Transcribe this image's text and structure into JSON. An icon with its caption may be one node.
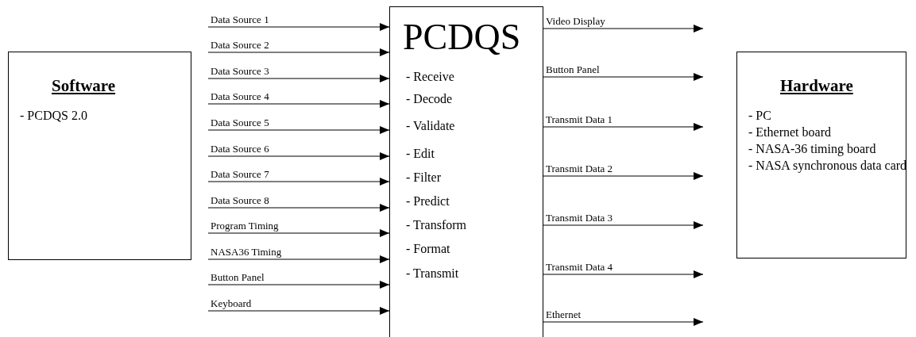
{
  "diagram": {
    "nodes": [
      {
        "text": [
          "Software",
          "- PCDQS 2.0"
        ]
      },
      {
        "text": [
          "PCDQS",
          "- Receive",
          "- Decode",
          "- Validate",
          "- Edit",
          "- Filter",
          "- Predict",
          "- Transform",
          "- Format",
          "- Transmit"
        ]
      },
      {
        "text": [
          "Hardware",
          "- PC",
          "- Ethernet board",
          "- NASA-36 timing board",
          "- NASA synchronous data card"
        ]
      }
    ],
    "edges": [
      {
        "from": null,
        "to": 1,
        "arrow": "to",
        "label": "Data Source 1"
      },
      {
        "from": null,
        "to": 1,
        "arrow": "to",
        "label": "Data Source 2"
      },
      {
        "from": null,
        "to": 1,
        "arrow": "to",
        "label": "Data Source 3"
      },
      {
        "from": null,
        "to": 1,
        "arrow": "to",
        "label": "Data Source 4"
      },
      {
        "from": null,
        "to": 1,
        "arrow": "to",
        "label": "Data Source 5"
      },
      {
        "from": null,
        "to": 1,
        "arrow": "to",
        "label": "Data Source 6"
      },
      {
        "from": null,
        "to": 1,
        "arrow": "to",
        "label": "Data Source 7"
      },
      {
        "from": null,
        "to": 1,
        "arrow": "to",
        "label": "Data Source 8"
      },
      {
        "from": null,
        "to": 1,
        "arrow": "to",
        "label": "Program Timing"
      },
      {
        "from": null,
        "to": 1,
        "arrow": "to",
        "label": "NASA36 Timing"
      },
      {
        "from": null,
        "to": 1,
        "arrow": "to",
        "label": "Button Panel"
      },
      {
        "from": null,
        "to": 1,
        "arrow": "to",
        "label": "Keyboard"
      },
      {
        "from": 1,
        "to": null,
        "arrow": "to",
        "label": "Video Display"
      },
      {
        "from": 1,
        "to": null,
        "arrow": "to",
        "label": "Button Panel"
      },
      {
        "from": 1,
        "to": null,
        "arrow": "to",
        "label": "Transmit Data 1"
      },
      {
        "from": 1,
        "to": null,
        "arrow": "to",
        "label": "Transmit Data 2"
      },
      {
        "from": 1,
        "to": null,
        "arrow": "to",
        "label": "Transmit Data 3"
      },
      {
        "from": 1,
        "to": null,
        "arrow": "to",
        "label": "Transmit Data 4"
      },
      {
        "from": 1,
        "to": null,
        "arrow": "to",
        "label": "Ethernet"
      }
    ]
  }
}
